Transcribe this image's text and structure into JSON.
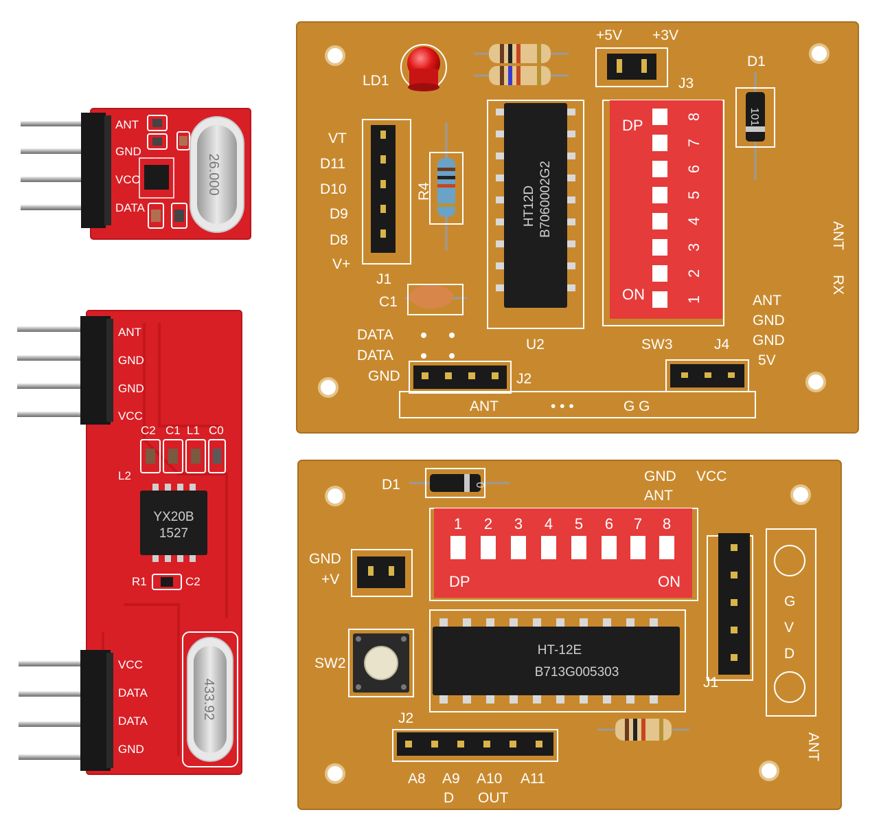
{
  "colors": {
    "pcb_brown": "#c8892e",
    "pcb_red": "#d81f26",
    "silkscreen": "#ffffff",
    "ic_black": "#1d1d1d",
    "dip_red": "#e53b3b"
  },
  "tx_small": {
    "pins": [
      "ANT",
      "GND",
      "VCC",
      "DATA"
    ],
    "crystal": "26.000"
  },
  "rx_module": {
    "pins_top": [
      "ANT",
      "GND",
      "GND",
      "VCC"
    ],
    "pins_bottom": [
      "VCC",
      "DATA",
      "DATA",
      "GND"
    ],
    "comp_labels": [
      "C2",
      "C1",
      "L1",
      "C0"
    ],
    "l2": "L2",
    "ic_line1": "YX20B",
    "ic_line2": "1527",
    "r1": "R1",
    "c2b": "C2",
    "crystal": "433.92"
  },
  "decoder_board": {
    "plus5": "+5V",
    "plus3": "+3V",
    "j3": "J3",
    "ld1": "LD1",
    "d1": "D1",
    "diode_mark": "101",
    "j1_pins": [
      "VT",
      "D11",
      "D10",
      "D9",
      "D8",
      "V+"
    ],
    "j1": "J1",
    "r4": "R4",
    "c1": "C1",
    "ic_line1": "HT12D",
    "ic_line2": "B7060002G2",
    "u2": "U2",
    "dip_dp": "DP",
    "dip_on": "ON",
    "dip_nums": [
      "8",
      "7",
      "6",
      "5",
      "4",
      "3",
      "2",
      "1"
    ],
    "sw3": "SW3",
    "ant_rx_1": "ANT",
    "ant_rx_2": "RX",
    "j4_pins": [
      "ANT",
      "GND",
      "GND",
      "5V"
    ],
    "j4": "J4",
    "j2_pins": [
      "DATA",
      "DATA",
      "GND"
    ],
    "j2": "J2",
    "bar_ant": "ANT",
    "bar_dots": "• • •",
    "bar_gg": "G G"
  },
  "encoder_board": {
    "d1": "D1",
    "diode_mark": "0",
    "gnd_top": "GND",
    "ant_top": "ANT",
    "vcc_top": "VCC",
    "dip_nums": [
      "1",
      "2",
      "3",
      "4",
      "5",
      "6",
      "7",
      "8"
    ],
    "dip_dp": "DP",
    "dip_on": "ON",
    "gnd_left": "GND",
    "v_left": "+V",
    "sw2": "SW2",
    "ic_line1": "HT-12E",
    "ic_line2": "B713G005303",
    "j1": "J1",
    "gvd": [
      "G",
      "V",
      "D"
    ],
    "ant_side": "ANT",
    "j2": "J2",
    "j2_pins_top": [
      "A8",
      "A9",
      "A10",
      "A11"
    ],
    "j2_pins_bottom": [
      "D",
      "OUT"
    ]
  }
}
